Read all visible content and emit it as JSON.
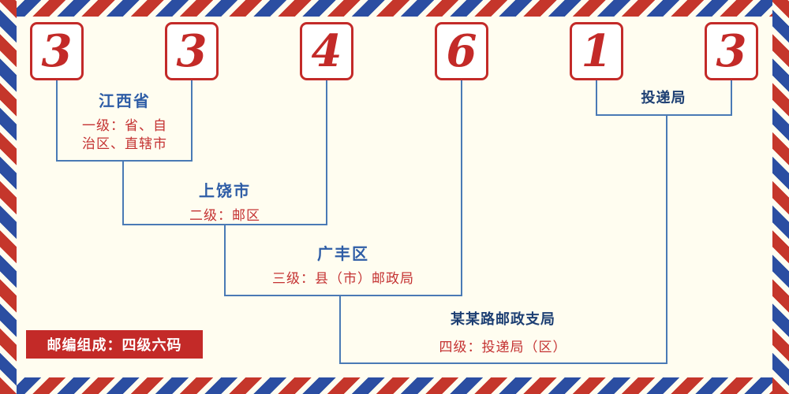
{
  "diagram": {
    "digits": [
      "3",
      "3",
      "4",
      "6",
      "1",
      "3"
    ],
    "levels": [
      {
        "title": "江西省",
        "desc": "一级：省、自治区、直辖市"
      },
      {
        "title": "上饶市",
        "desc": "二级：邮区"
      },
      {
        "title": "广丰区",
        "desc": "三级：县（市）邮政局"
      },
      {
        "title": "某某路邮政支局",
        "desc": "四级：投递局（区）"
      }
    ],
    "delivery_office_label": "投递局",
    "footer_badge": "邮编组成：四级六码",
    "colors": {
      "digit_red": "#c32a28",
      "label_blue": "#2e5da6",
      "label_navy": "#1d3f73",
      "desc_red": "#c43232",
      "line_blue": "#4a7ab5",
      "background": "#fffdf0"
    }
  }
}
